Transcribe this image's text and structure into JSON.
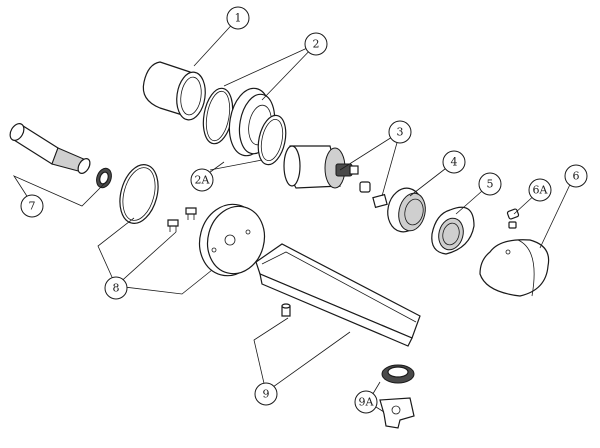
{
  "callouts": [
    {
      "id": "c1",
      "label": "1"
    },
    {
      "id": "c2",
      "label": "2"
    },
    {
      "id": "c2a",
      "label": "2A"
    },
    {
      "id": "c3",
      "label": "3"
    },
    {
      "id": "c4",
      "label": "4"
    },
    {
      "id": "c5",
      "label": "5"
    },
    {
      "id": "c6",
      "label": "6"
    },
    {
      "id": "c6a",
      "label": "6A"
    },
    {
      "id": "c7",
      "label": "7"
    },
    {
      "id": "c8",
      "label": "8"
    },
    {
      "id": "c9",
      "label": "9"
    },
    {
      "id": "c9a",
      "label": "9A"
    }
  ],
  "colors": {
    "line": "#1a1a1a",
    "shade": "#cfcfcf",
    "dark": "#4a4a4a",
    "background": "#ffffff"
  }
}
